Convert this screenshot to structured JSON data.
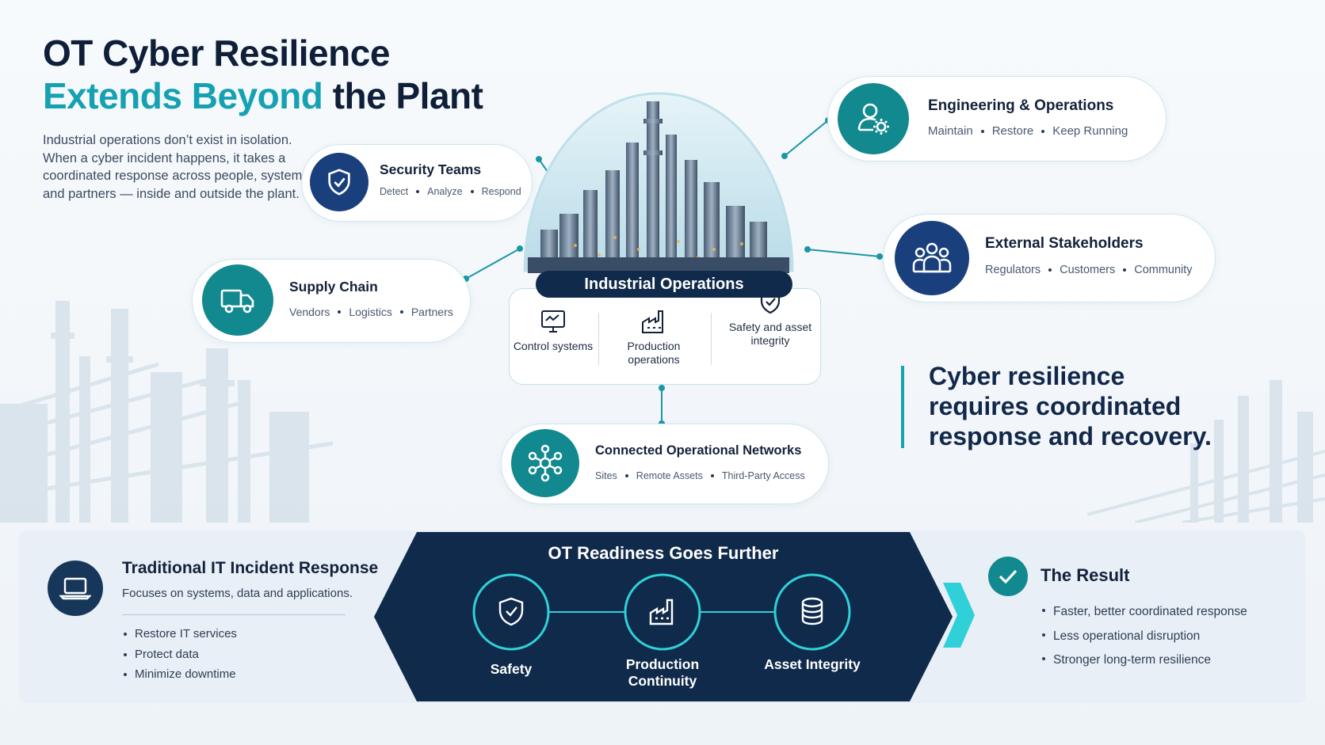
{
  "title": {
    "line1": "OT Cyber Resilience",
    "line2_accent": "Extends Beyond",
    "line2_rest": " the Plant"
  },
  "intro": "Industrial operations don’t exist in isolation. When a cyber incident happens, it takes a coordinated response across people, systems and partners — inside and outside the plant.",
  "nodes": {
    "security": {
      "title": "Security Teams",
      "items": [
        "Detect",
        "Analyze",
        "Respond"
      ],
      "icon": "shield-check-icon"
    },
    "supply": {
      "title": "Supply Chain",
      "items": [
        "Vendors",
        "Logistics",
        "Partners"
      ],
      "icon": "truck-icon"
    },
    "engineering": {
      "title": "Engineering & Operations",
      "items": [
        "Maintain",
        "Restore",
        "Keep Running"
      ],
      "icon": "user-gear-icon"
    },
    "external": {
      "title": "External Stakeholders",
      "items": [
        "Regulators",
        "Customers",
        "Community"
      ],
      "icon": "people-group-icon"
    },
    "networks": {
      "title": "Connected Operational Networks",
      "items": [
        "Sites",
        "Remote Assets",
        "Third-Party Access"
      ],
      "icon": "network-icon"
    }
  },
  "industrial": {
    "label": "Industrial Operations",
    "items": [
      {
        "label": "Control systems",
        "icon": "monitor-icon"
      },
      {
        "label": "Production operations",
        "icon": "factory-icon"
      },
      {
        "label": "Safety and asset integrity",
        "icon": "shield-check-icon"
      }
    ]
  },
  "statement": "Cyber resilience requires coordinated response and recovery.",
  "traditional": {
    "title": "Traditional IT Incident Response",
    "desc": "Focuses on systems, data and applications.",
    "items": [
      "Restore IT services",
      "Protect data",
      "Minimize downtime"
    ],
    "icon": "laptop-icon"
  },
  "ot_readiness": {
    "title": "OT Readiness Goes Further",
    "items": [
      {
        "label": "Safety",
        "icon": "shield-check-icon"
      },
      {
        "label": "Production Continuity",
        "icon": "factory-icon"
      },
      {
        "label": "Asset Integrity",
        "icon": "database-icon"
      }
    ]
  },
  "result": {
    "title": "The Result",
    "items": [
      "Faster, better coordinated response",
      "Less operational disruption",
      "Stronger long-term resilience"
    ],
    "icon": "check-icon"
  },
  "colors": {
    "teal": "#12898f",
    "navy": "#1a3f7d",
    "dark_navy": "#0f2a4a",
    "accent": "#16a1b3",
    "cyan": "#2fd0d8"
  }
}
